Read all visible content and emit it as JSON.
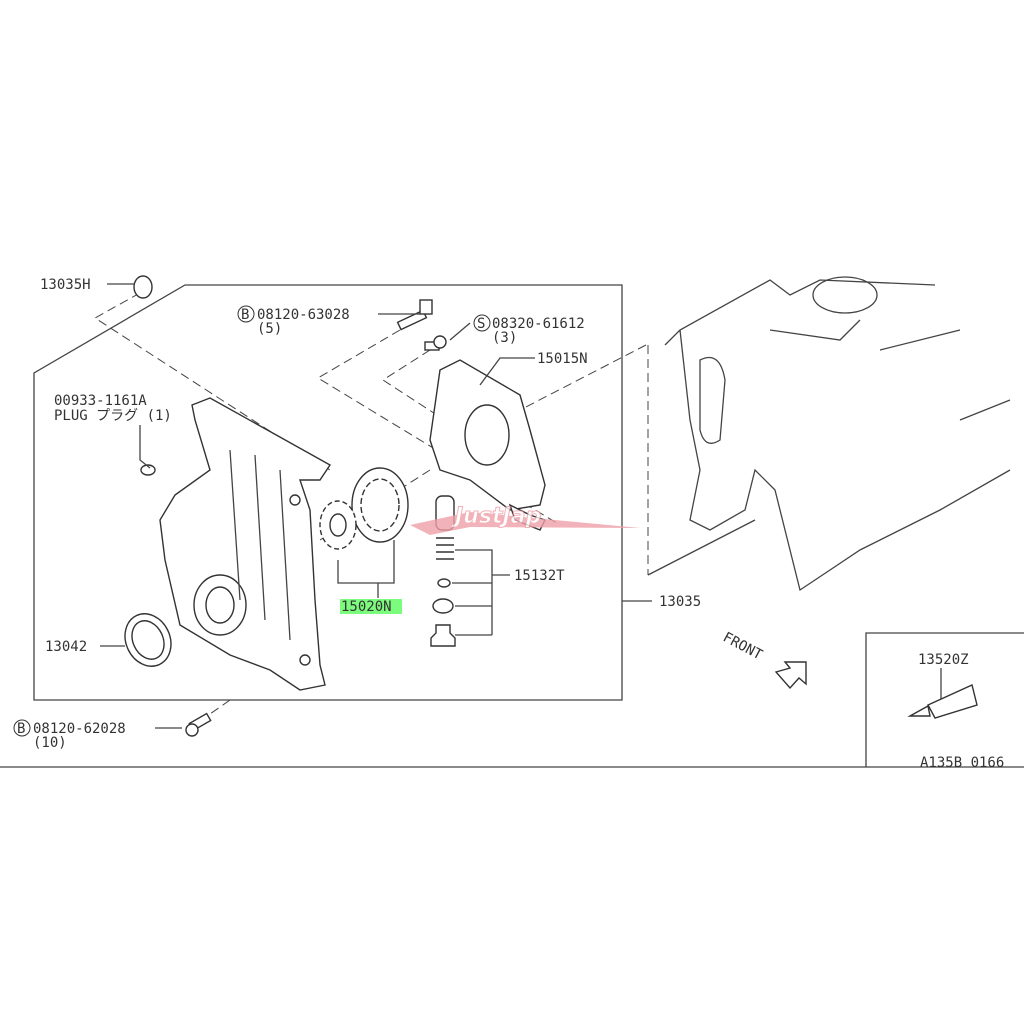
{
  "diagram": {
    "title": "Front cover / oil pump parts diagram",
    "watermark": "JustJap",
    "callouts": {
      "gasket_13035H": "13035H",
      "bolt_b": {
        "symbol": "B",
        "part": "08120-63028",
        "qty": "(5)"
      },
      "screw_s": {
        "symbol": "S",
        "part": "08320-61612",
        "qty": "(3)"
      },
      "pump_housing": "15015N",
      "plug": {
        "part": "00933-1161A",
        "desc": "PLUG プラグ (1)"
      },
      "rotor_set": "15020N",
      "relief_valve": "15132T",
      "front_cover": "13035",
      "seal": "13042",
      "bolt_b2": {
        "symbol": "B",
        "part": "08120-62028",
        "qty": "(10)"
      },
      "sealant": "13520Z",
      "direction": "FRONT",
      "drawing_code": "A135B 0166"
    },
    "highlight_color": "#7CFC7C",
    "watermark_color": "#F0A0A8"
  }
}
